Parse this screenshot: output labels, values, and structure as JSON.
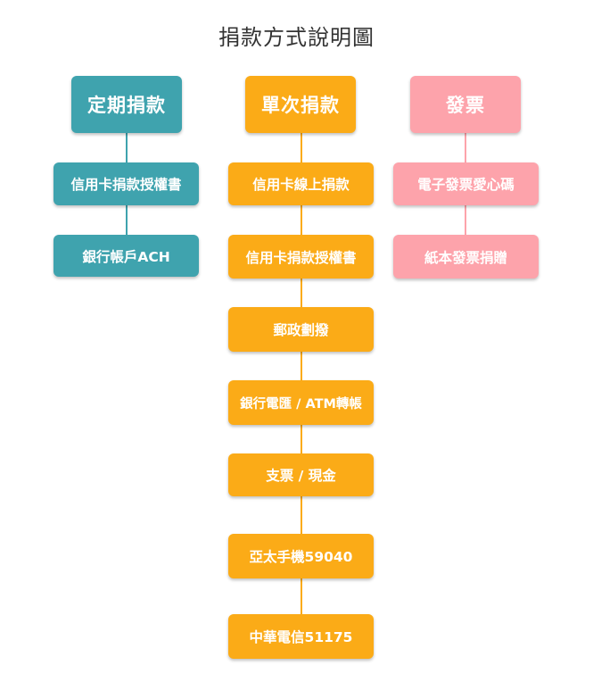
{
  "title": "捐款方式說明圖",
  "columns": [
    {
      "heading": "定期捐款",
      "items": [
        "信用卡捐款授權書",
        "銀行帳戶ACH"
      ]
    },
    {
      "heading": "單次捐款",
      "items": [
        "信用卡線上捐款",
        "信用卡捐款授權書",
        "郵政劃撥",
        "銀行電匯 / ATM轉帳",
        "支票 / 現金",
        "亞太手機59040",
        "中華電信51175"
      ]
    },
    {
      "heading": "發票",
      "items": [
        "電子發票愛心碼",
        "紙本發票捐贈"
      ]
    }
  ],
  "colors": {
    "teal": "#3fa3ae",
    "orange": "#fbab17",
    "pink": "#fda3ab"
  }
}
